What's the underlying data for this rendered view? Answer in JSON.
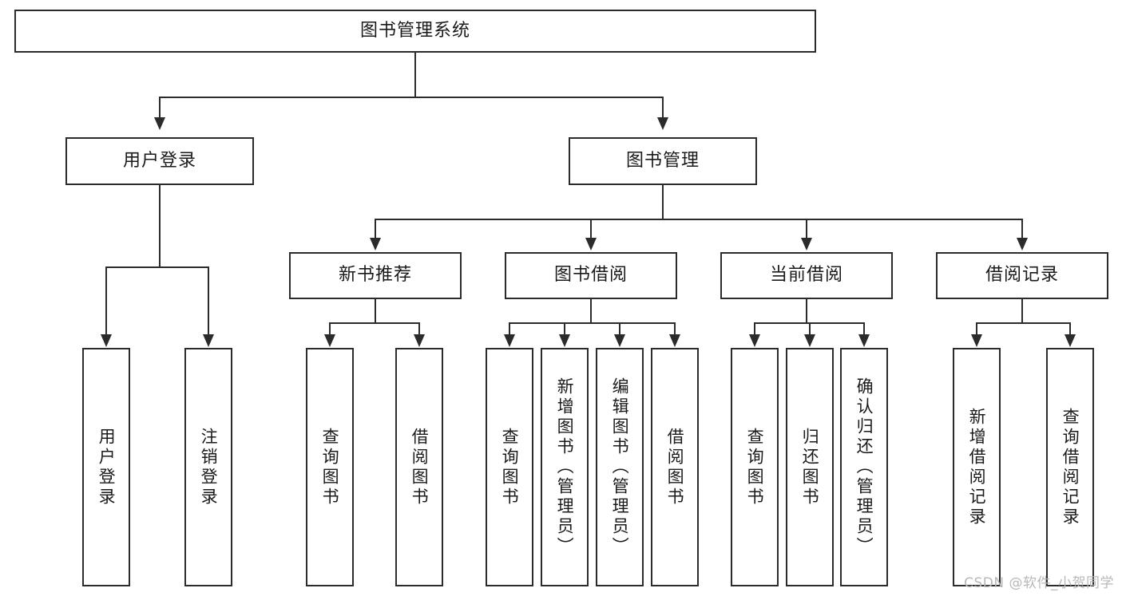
{
  "diagram": {
    "type": "tree-hierarchy-diagram",
    "title": "图书管理系统",
    "root": {
      "id": "root",
      "label": "图书管理系统"
    },
    "level2": [
      {
        "id": "user-login",
        "label": "用户登录"
      },
      {
        "id": "book-management",
        "label": "图书管理"
      }
    ],
    "level3": [
      {
        "id": "new-book-recommend",
        "label": "新书推荐"
      },
      {
        "id": "book-borrow",
        "label": "图书借阅"
      },
      {
        "id": "current-borrow",
        "label": "当前借阅"
      },
      {
        "id": "borrow-record",
        "label": "借阅记录"
      }
    ],
    "leaves": [
      {
        "id": "leaf-user-login",
        "label": "用户登录",
        "parent": "user-login"
      },
      {
        "id": "leaf-logout",
        "label": "注销登录",
        "parent": "user-login"
      },
      {
        "id": "leaf-query-book-1",
        "label": "查询图书",
        "parent": "new-book-recommend"
      },
      {
        "id": "leaf-borrow-book-1",
        "label": "借阅图书",
        "parent": "new-book-recommend"
      },
      {
        "id": "leaf-query-book-2",
        "label": "查询图书",
        "parent": "book-borrow"
      },
      {
        "id": "leaf-add-book",
        "label": "新增图书（管理员）",
        "parent": "book-borrow"
      },
      {
        "id": "leaf-edit-book",
        "label": "编辑图书（管理员）",
        "parent": "book-borrow"
      },
      {
        "id": "leaf-borrow-book-2",
        "label": "借阅图书",
        "parent": "book-borrow"
      },
      {
        "id": "leaf-query-book-3",
        "label": "查询图书",
        "parent": "current-borrow"
      },
      {
        "id": "leaf-return-book",
        "label": "归还图书",
        "parent": "current-borrow"
      },
      {
        "id": "leaf-confirm-return",
        "label": "确认归还（管理员）",
        "parent": "current-borrow"
      },
      {
        "id": "leaf-add-record",
        "label": "新增借阅记录",
        "parent": "borrow-record"
      },
      {
        "id": "leaf-query-record",
        "label": "查询借阅记录",
        "parent": "borrow-record"
      }
    ],
    "watermark": "CSDN @软件_小贺同学",
    "colors": {
      "line": "#2b2b2b",
      "box_fill": "#ffffff",
      "text": "#1a1a1a",
      "watermark": "#b8b8b8",
      "background": "#ffffff"
    }
  }
}
